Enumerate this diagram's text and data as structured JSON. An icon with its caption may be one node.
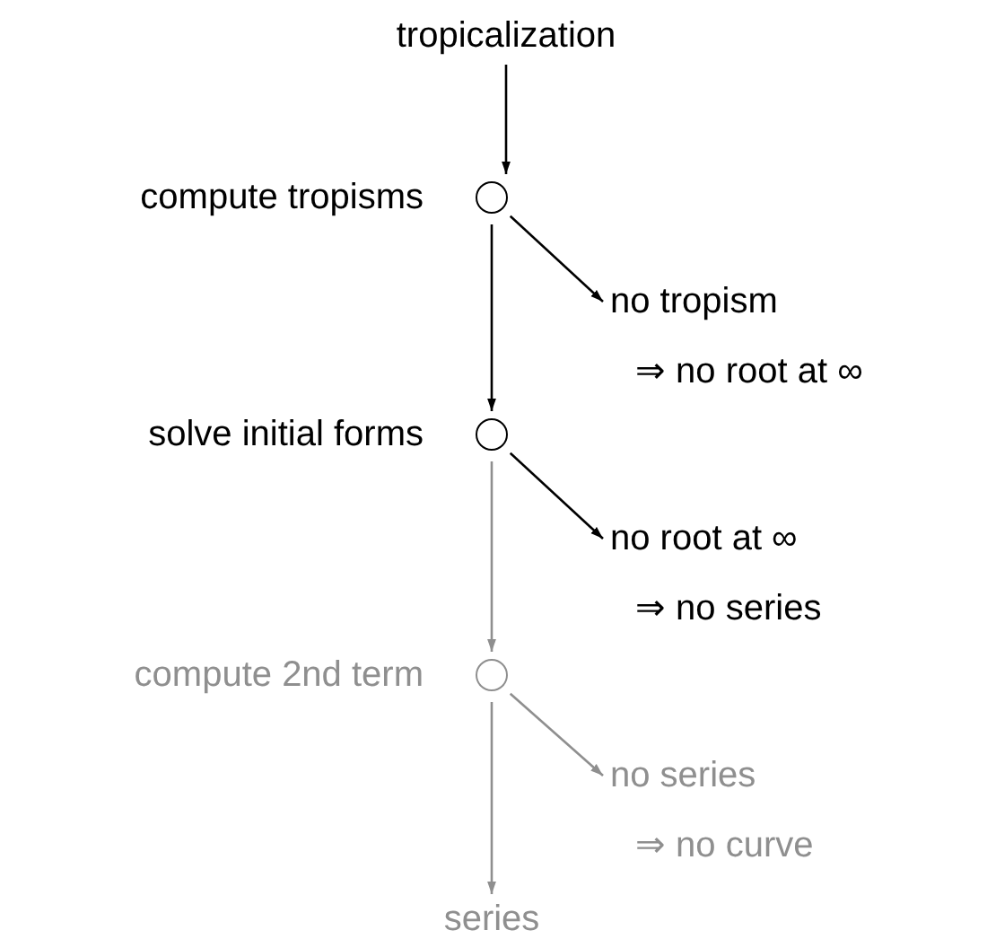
{
  "diagram": {
    "nodes": [
      {
        "text": [
          "tropicalization"
        ]
      },
      {
        "text": [],
        "shape": "circle",
        "beside": [
          "compute tropisms"
        ]
      },
      {
        "text": [
          "no tropism",
          "⇒ no root at ∞"
        ]
      },
      {
        "text": [],
        "shape": "circle",
        "beside": [
          "solve initial forms"
        ]
      },
      {
        "text": [
          "no root at ∞",
          "⇒ no series"
        ]
      },
      {
        "text": [],
        "shape": "circle",
        "beside": [
          "compute 2nd term"
        ]
      },
      {
        "text": [
          "no series",
          "⇒ no curve"
        ]
      },
      {
        "text": [
          "series"
        ]
      }
    ],
    "edges": [
      {
        "from": 0,
        "to": 1,
        "arrow": "to"
      },
      {
        "from": 1,
        "to": 2,
        "arrow": "to"
      },
      {
        "from": 1,
        "to": 3,
        "arrow": "to"
      },
      {
        "from": 3,
        "to": 4,
        "arrow": "to"
      },
      {
        "from": 3,
        "to": 5,
        "arrow": "to",
        "color": "#8f8f8f"
      },
      {
        "from": 5,
        "to": 6,
        "arrow": "to",
        "color": "#8f8f8f"
      },
      {
        "from": 5,
        "to": 7,
        "arrow": "to",
        "color": "#8f8f8f"
      }
    ]
  }
}
